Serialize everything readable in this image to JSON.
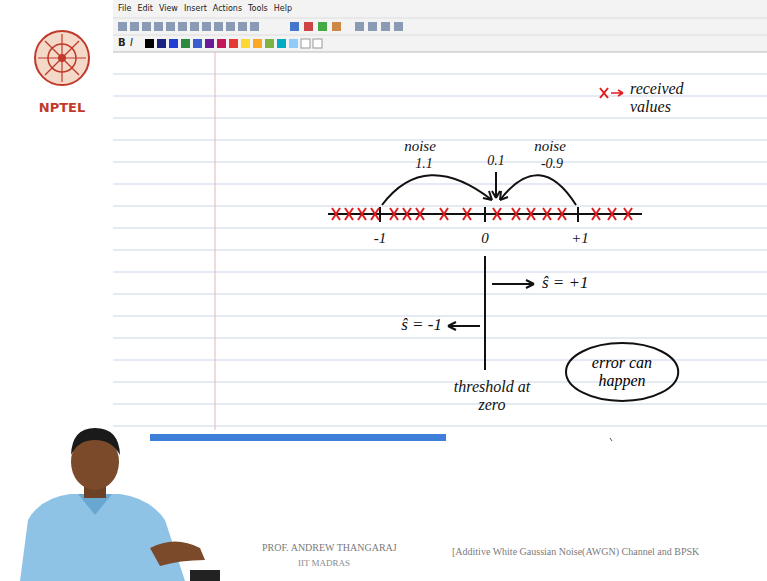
{
  "diagram": {
    "nodes": [
      {
        "text": [
          "error can happen"
        ]
      }
    ],
    "labels": [
      "File",
      "Edit",
      "View",
      "Insert",
      "Actions",
      "Tools",
      "Help",
      "B",
      "I",
      "NPTEL",
      "noise",
      "1.1",
      "0.1",
      "noise",
      "-0.9",
      "-1",
      "0",
      "+1",
      "ŝ = +1",
      "ŝ = -1",
      "threshold at zero",
      "PROF. ANDREW THANGARAJ",
      "IIT MADRAS",
      "[Additive White Gaussian Noise(AWGN) Channel and BPSK"
    ],
    "legend": [
      {
        "text": "received values"
      }
    ]
  }
}
